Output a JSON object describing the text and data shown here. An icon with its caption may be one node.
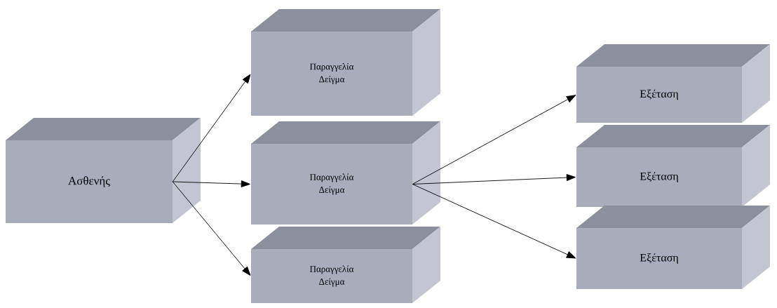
{
  "diagram": {
    "nodes": [
      {
        "text": [
          "Ασθενής"
        ]
      },
      {
        "text": [
          "Παραγγελία Δείγμα"
        ]
      },
      {
        "text": [
          "Παραγγελία Δείγμα"
        ]
      },
      {
        "text": [
          "Παραγγελία Δείγμα"
        ]
      },
      {
        "text": [
          "Εξέταση"
        ]
      },
      {
        "text": [
          "Εξέταση"
        ]
      },
      {
        "text": [
          "Εξέταση"
        ]
      }
    ],
    "edges": [
      {
        "from": 0,
        "to": 1,
        "arrow": "to"
      },
      {
        "from": 0,
        "to": 2,
        "arrow": "to"
      },
      {
        "from": 0,
        "to": 3,
        "arrow": "to"
      },
      {
        "from": 2,
        "to": 4,
        "arrow": "to"
      },
      {
        "from": 2,
        "to": 5,
        "arrow": "to"
      },
      {
        "from": 2,
        "to": 6,
        "arrow": "to"
      }
    ]
  }
}
